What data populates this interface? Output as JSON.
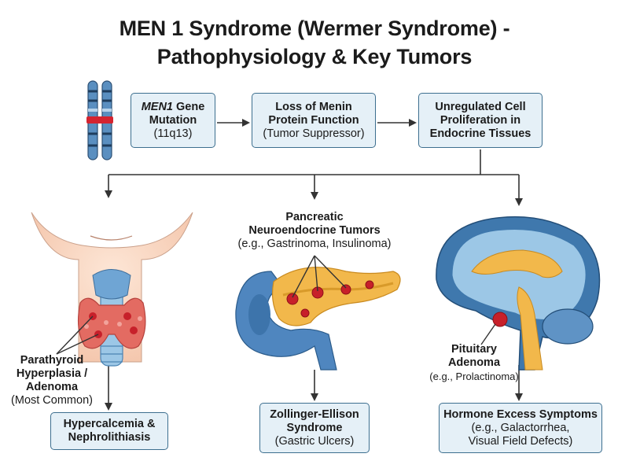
{
  "title": {
    "line1": "MEN 1 Syndrome (Wermer Syndrome) -",
    "line2": "Pathophysiology & Key Tumors"
  },
  "flow": {
    "gene": {
      "italic": "MEN1",
      "rest": " Gene",
      "line2": "Mutation",
      "line3": "(11q13)"
    },
    "menin": {
      "line1": "Loss of Menin",
      "line2": "Protein Function",
      "line3": "(Tumor Suppressor)"
    },
    "prolif": {
      "line1": "Unregulated Cell",
      "line2": "Proliferation in",
      "line3": "Endocrine Tissues"
    }
  },
  "parathyroid": {
    "label1": "Parathyroid",
    "label2": "Hyperplasia /",
    "label3": "Adenoma",
    "note": "(Most Common)",
    "result1": "Hypercalcemia &",
    "result2": "Nephrolithiasis"
  },
  "pancreas": {
    "label1": "Pancreatic",
    "label2": "Neuroendocrine Tumors",
    "note": "(e.g., Gastrinoma, Insulinoma)",
    "result1": "Zollinger-Ellison",
    "result2": "Syndrome",
    "result3": "(Gastric Ulcers)"
  },
  "pituitary": {
    "label1": "Pituitary",
    "label2": "Adenoma",
    "note": "(e.g., Prolactinoma)",
    "result1": "Hormone Excess Symptoms",
    "result2": "(e.g., Galactorrhea,",
    "result3": "Visual Field Defects)"
  },
  "colors": {
    "box_fill": "#e5f0f7",
    "box_border": "#3d6f8f",
    "tumor": "#c7202a",
    "thyroid": "#e36b62",
    "brain": "#3f78ad"
  }
}
